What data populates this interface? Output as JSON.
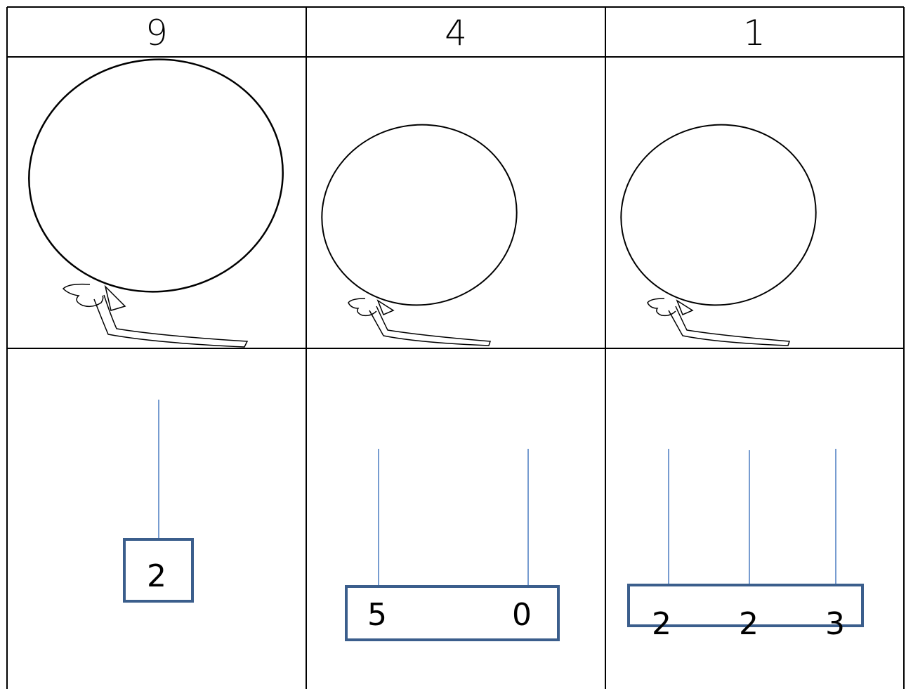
{
  "table": {
    "headers": [
      "9",
      "4",
      "1"
    ]
  },
  "columns": [
    {
      "balloon": "balloon-icon",
      "boxes": [
        "2"
      ]
    },
    {
      "balloon": "balloon-icon",
      "boxes": [
        "5",
        "0"
      ]
    },
    {
      "balloon": "balloon-icon",
      "boxes": [
        "2",
        "2",
        "3"
      ]
    }
  ],
  "colors": {
    "grid_line": "#000000",
    "connector_line": "#4a7bc0",
    "box_border": "#3b5e8c"
  }
}
